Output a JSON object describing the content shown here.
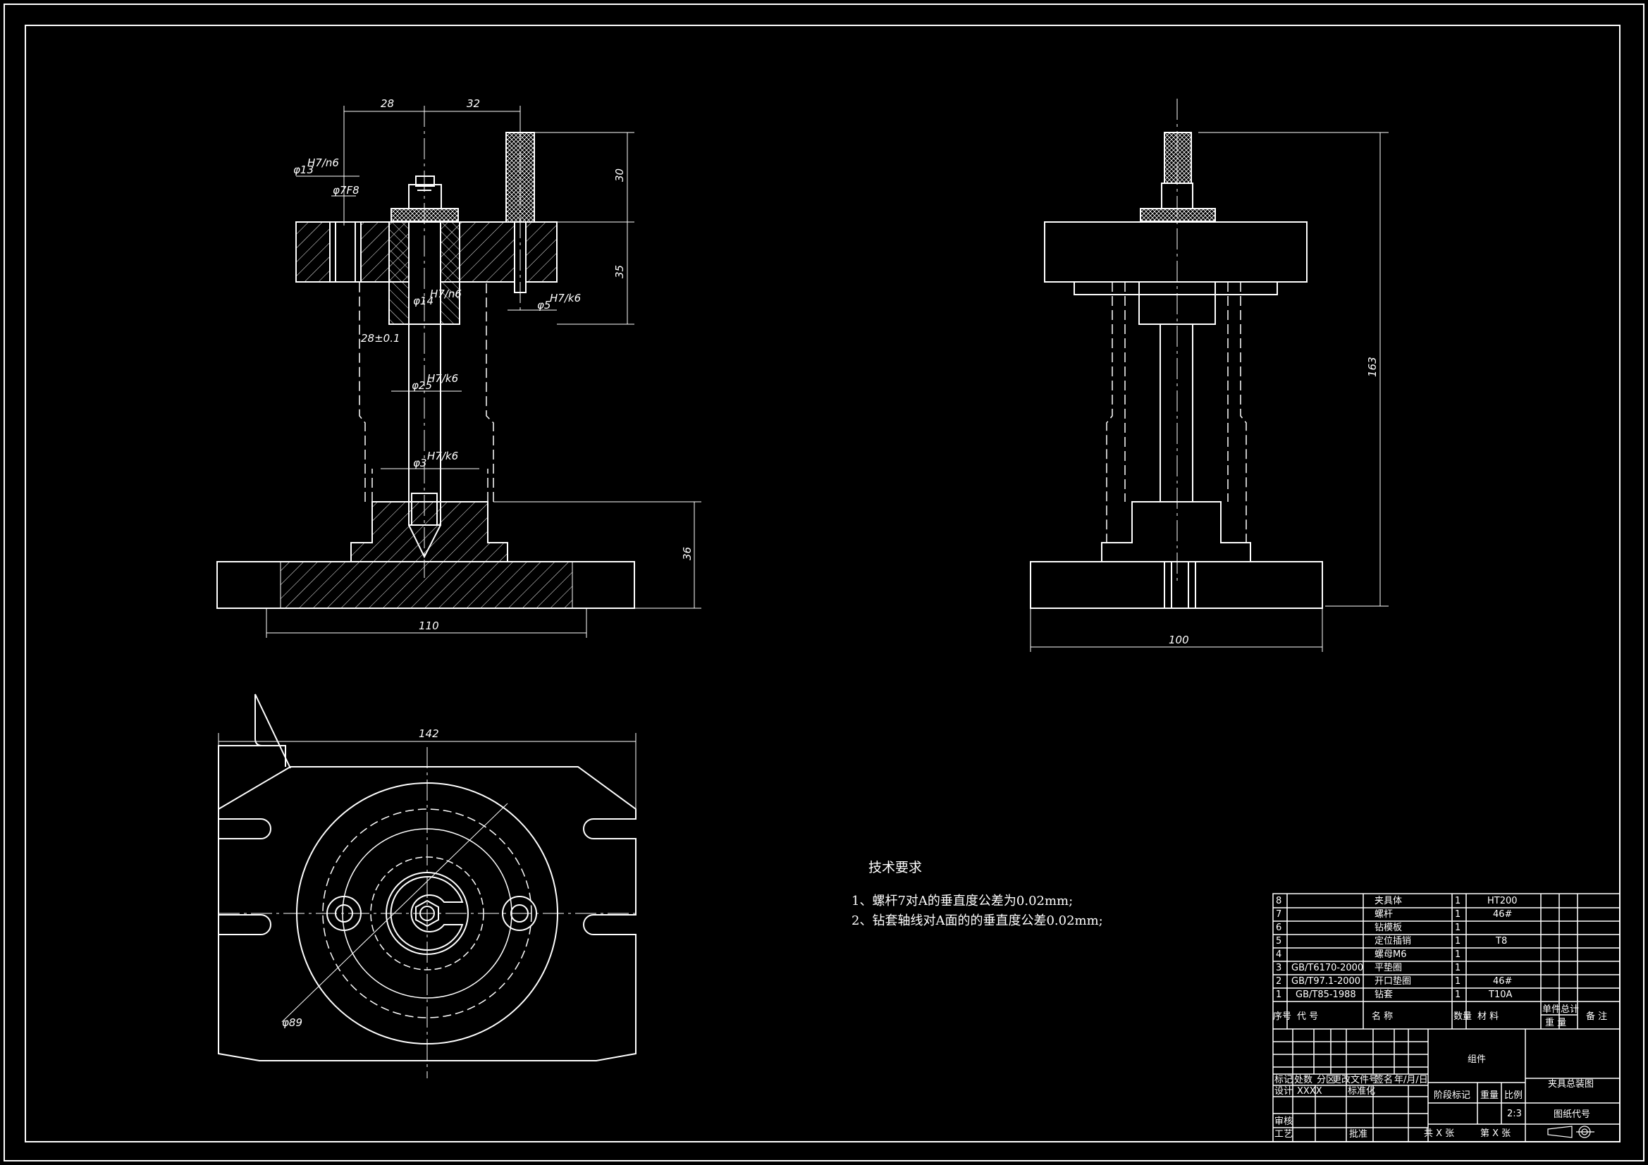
{
  "dims": {
    "front": {
      "w28": "28",
      "w32": "32",
      "h30": "30",
      "h35": "35",
      "h36": "36",
      "w110": "110",
      "d13": "φ13",
      "d13_tol": "H7/n6",
      "d7": "φ7F8",
      "d14": "φ14",
      "d14_tol": "H7/n6",
      "d5": "φ5",
      "d5_tol": "H7/k6",
      "d28": "28±0.1",
      "d25": "φ25",
      "d25_tol": "H7/k6",
      "d3": "φ3",
      "d3_tol": "H7/k6"
    },
    "side": {
      "h163": "163",
      "w100": "100"
    },
    "top": {
      "w142": "142",
      "d89": "φ89"
    }
  },
  "notes": {
    "title": "技术要求",
    "lines": [
      "1、螺杆7对A的垂直度公差为0.02mm;",
      "2、钻套轴线对A面的的垂直度公差0.02mm;"
    ]
  },
  "bom": {
    "rows": [
      {
        "no": "8",
        "code": "",
        "name": "夹具体",
        "qty": "1",
        "material": "HT200"
      },
      {
        "no": "7",
        "code": "",
        "name": "螺杆",
        "qty": "1",
        "material": "46#"
      },
      {
        "no": "6",
        "code": "",
        "name": "钻模板",
        "qty": "1",
        "material": ""
      },
      {
        "no": "5",
        "code": "",
        "name": "定位插销",
        "qty": "1",
        "material": "T8"
      },
      {
        "no": "4",
        "code": "",
        "name": "螺母M6",
        "qty": "1",
        "material": ""
      },
      {
        "no": "3",
        "code": "GB/T6170-2000",
        "name": "平垫圈",
        "qty": "1",
        "material": ""
      },
      {
        "no": "2",
        "code": "GB/T97.1-2000",
        "name": "开口垫圈",
        "qty": "1",
        "material": "46#"
      },
      {
        "no": "1",
        "code": "GB/T85-1988",
        "name": "钻套",
        "qty": "1",
        "material": "T10A"
      }
    ],
    "headers": {
      "no": "序号",
      "code": "代     号",
      "name": "名     称",
      "qty": "数量",
      "material": "材     料",
      "unit": "单件",
      "total": "总计",
      "weight": "重  量",
      "remark": "备  注"
    }
  },
  "titleblock": {
    "mark": "标记",
    "count": "处数",
    "zone": "分区",
    "docno": "更改文件号",
    "sign": "签名",
    "date": "年/月/日",
    "design": "设计",
    "designer": "XXXX",
    "std": "标准化",
    "check": "审核",
    "process": "工艺",
    "approve": "批准",
    "group": "组件",
    "stage": "阶段标记",
    "weight": "重量",
    "scale": "比例",
    "scale_val": "2:3",
    "total": "共 X 张",
    "sheet": "第 X 张",
    "drawing_name": "夹具总装图",
    "drawing_code": "图纸代号"
  }
}
